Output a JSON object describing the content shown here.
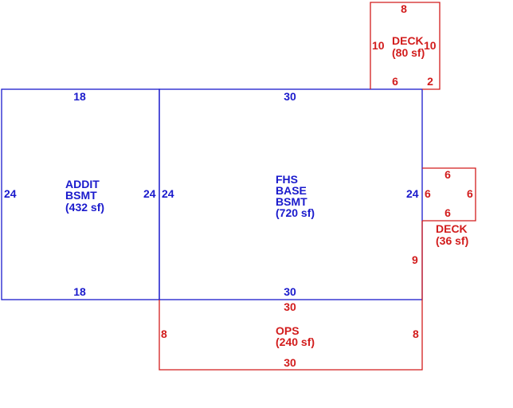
{
  "colors": {
    "basement": "#1a1acc",
    "exterior": "#d21c1c",
    "background": "#ffffff"
  },
  "areas": {
    "addit_bsmt": {
      "label_lines": [
        "ADDIT",
        "BSMT",
        "(432 sf)"
      ],
      "dims": {
        "top": "18",
        "bottom": "18",
        "left": "24",
        "right": "24"
      }
    },
    "fhs_base_bsmt": {
      "label_lines": [
        "FHS",
        "BASE",
        "BSMT",
        "(720 sf)"
      ],
      "dims": {
        "top": "30",
        "bottom": "30",
        "left": "24",
        "right": "24"
      }
    },
    "deck_top": {
      "label_lines": [
        "DECK",
        "(80 sf)"
      ],
      "dims": {
        "top": "8",
        "left": "10",
        "right": "10",
        "bottom_a": "6",
        "bottom_b": "2"
      }
    },
    "deck_right": {
      "label_lines": [
        "DECK",
        "(36 sf)"
      ],
      "dims": {
        "top": "6",
        "bottom": "6",
        "left": "6",
        "right": "6"
      }
    },
    "ops": {
      "label_lines": [
        "OPS",
        "(240 sf)"
      ],
      "dims": {
        "top": "30",
        "bottom": "30",
        "left": "8",
        "right": "8"
      }
    },
    "segment_right": {
      "dim": "9"
    }
  }
}
